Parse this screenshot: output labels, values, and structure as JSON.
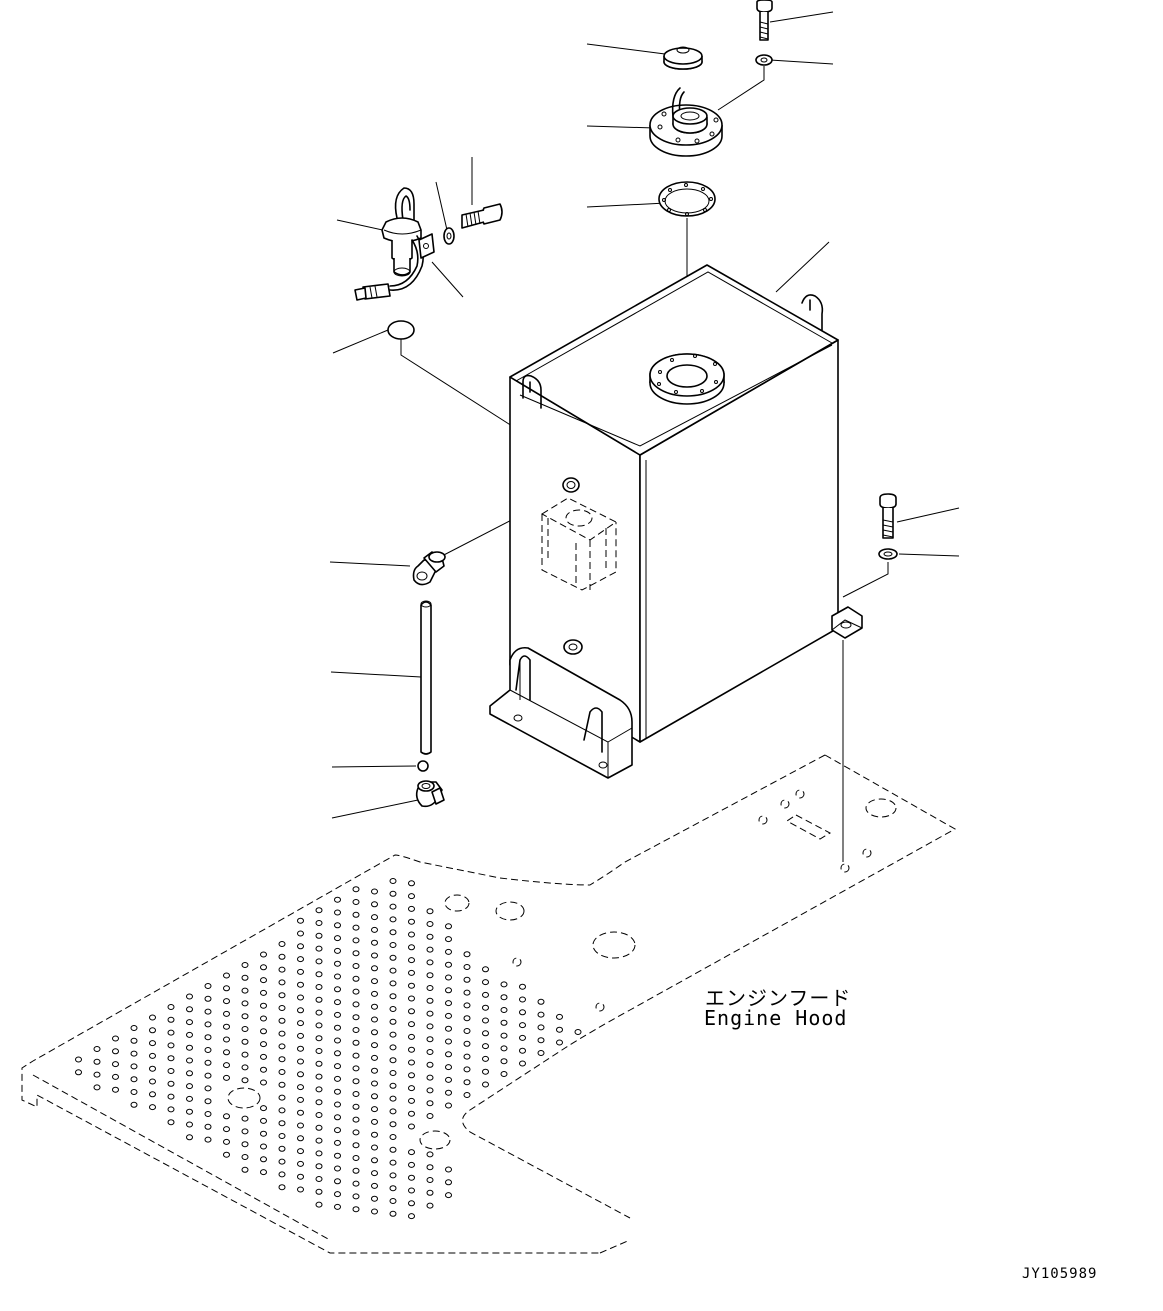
{
  "labels": {
    "engine_hood_jp": "エンジンフード",
    "engine_hood_en": "Engine Hood",
    "drawing_number": "JY105989"
  },
  "colors": {
    "line": "#000000",
    "background": "#ffffff"
  }
}
